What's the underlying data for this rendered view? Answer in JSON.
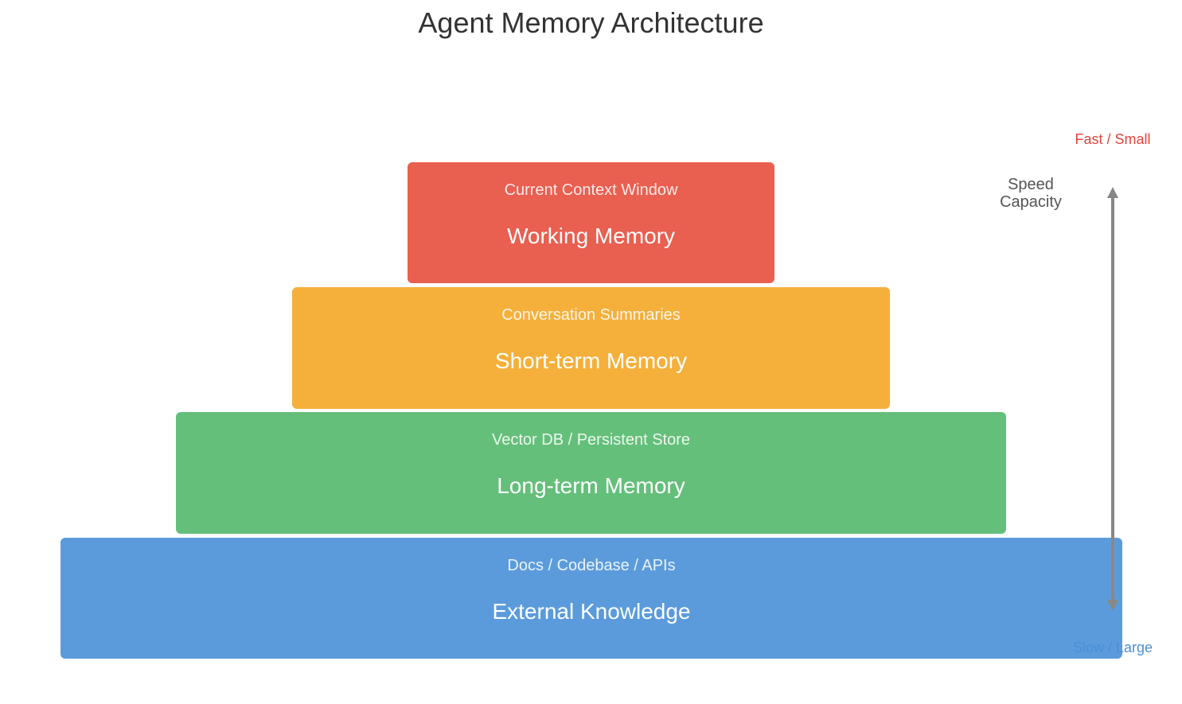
{
  "title": "Agent Memory Architecture",
  "layers": [
    {
      "name": "Working Memory",
      "subtitle": "Current Context Window",
      "color": "#e95f50"
    },
    {
      "name": "Short-term Memory",
      "subtitle": "Conversation Summaries",
      "color": "#f5b03b"
    },
    {
      "name": "Long-term Memory",
      "subtitle": "Vector DB / Persistent Store",
      "color": "#64bf7a"
    },
    {
      "name": "External Knowledge",
      "subtitle": "Docs / Codebase / APIs",
      "color": "#5b9bdb"
    }
  ],
  "scale": {
    "top_label": "Fast / Small",
    "top_color": "#e0463a",
    "bottom_label": "Slow / Large",
    "bottom_color": "#4a8fd8",
    "axis_line1": "Speed",
    "axis_line2": "Capacity",
    "arrow_color": "#888888",
    "arrow_icon": "double-headed-arrow-icon"
  }
}
